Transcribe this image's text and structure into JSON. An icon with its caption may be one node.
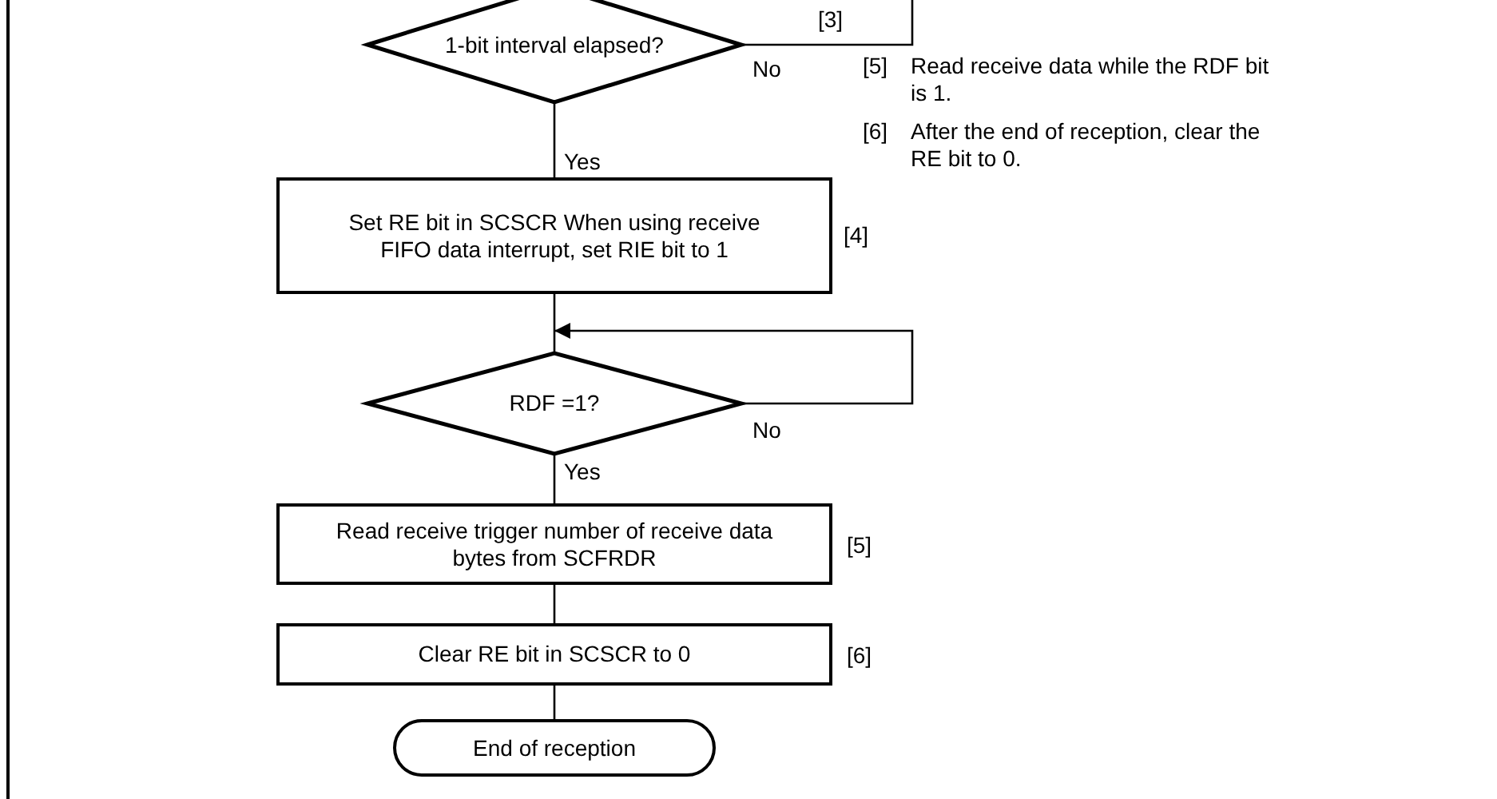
{
  "diagram": {
    "nodes": [
      {
        "text": [
          "1-bit interval elapsed?"
        ]
      },
      {
        "text": [
          "Set RE bit in SCSCR When using receive FIFO data interrupt, set RIE bit to 1"
        ],
        "beside": [
          "[4]"
        ]
      },
      {
        "text": [
          "RDF =1?"
        ]
      },
      {
        "text": [
          "Read receive trigger number of receive data bytes from SCFRDR"
        ],
        "beside": [
          "[5]"
        ]
      },
      {
        "text": [
          "Clear RE bit in SCSCR to 0"
        ],
        "beside": [
          "[6]"
        ]
      },
      {
        "text": [
          "End of reception"
        ]
      }
    ],
    "edges": [
      {
        "from": 0,
        "to": null,
        "arrow": "none",
        "label": "No"
      },
      {
        "from": 0,
        "to": 1,
        "arrow": "none",
        "label": "Yes"
      },
      {
        "from": 1,
        "to": 2,
        "arrow": "none"
      },
      {
        "from": 2,
        "to": 2,
        "arrow": "to",
        "label": "No"
      },
      {
        "from": 2,
        "to": 3,
        "arrow": "none",
        "label": "Yes"
      },
      {
        "from": 3,
        "to": 4,
        "arrow": "none"
      },
      {
        "from": 4,
        "to": 5,
        "arrow": "none"
      }
    ],
    "labels": [
      "[3]",
      "[5]",
      "Read receive data while the RDF bit is 1.",
      "[6]",
      "After the end of reception, clear the RE bit to 0."
    ]
  }
}
